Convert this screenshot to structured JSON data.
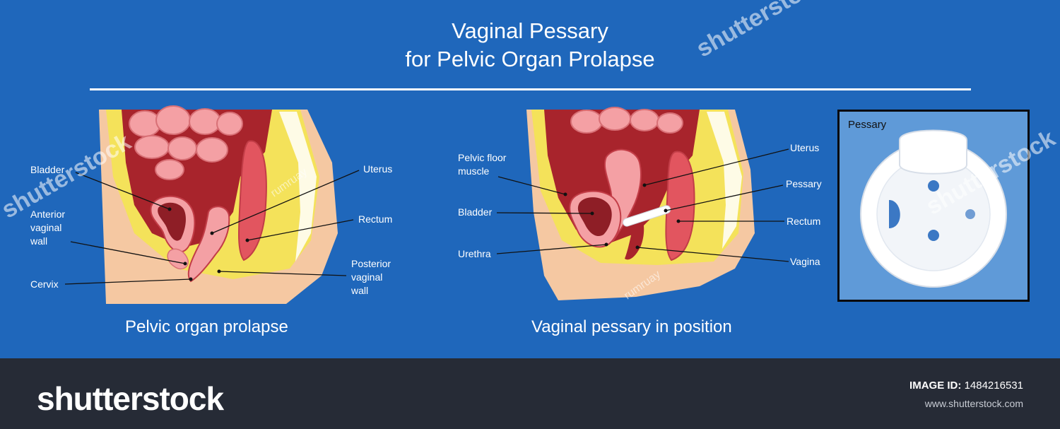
{
  "title": {
    "line1": "Vaginal Pessary",
    "line2": "for Pelvic Organ Prolapse"
  },
  "left_diagram": {
    "caption": "Pelvic organ prolapse",
    "labels": {
      "bladder": "Bladder",
      "anterior_wall": "Anterior\nvaginal\nwall",
      "cervix": "Cervix",
      "uterus": "Uterus",
      "rectum": "Rectum",
      "posterior_wall": "Posterior\nvaginal\nwall"
    }
  },
  "right_diagram": {
    "caption": "Vaginal pessary in position",
    "labels": {
      "pelvic_floor": "Pelvic floor\nmuscle",
      "bladder": "Bladder",
      "urethra": "Urethra",
      "uterus": "Uterus",
      "pessary": "Pessary",
      "rectum": "Rectum",
      "vagina": "Vagina"
    }
  },
  "inset": {
    "title": "Pessary"
  },
  "watermark": {
    "stock": "shutterstock",
    "author": "rumruay"
  },
  "footer": {
    "brand": "shutterstock",
    "image_id_label": "IMAGE ID:",
    "image_id": "1484216531",
    "site": "www.shutterstock.com"
  },
  "colors": {
    "background": "#1f67bb",
    "footer": "#262b36",
    "cavity": "#a8242c",
    "intestine": "#f4a0a4",
    "fat": "#f4e25a",
    "skin": "#f5c8a2"
  }
}
